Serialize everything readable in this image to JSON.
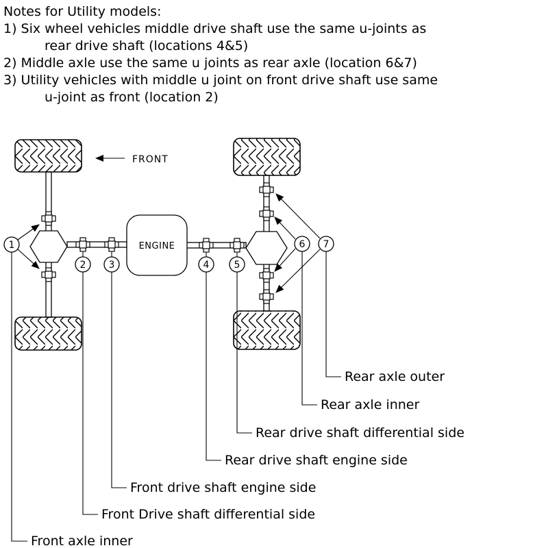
{
  "notes": {
    "title": "Notes for Utility models:",
    "items": [
      {
        "text": "1) Six wheel vehicles middle drive shaft use the same u-joints as"
      },
      {
        "text": "rear drive shaft (locations 4&5)"
      },
      {
        "text": "2) Middle axle use the same u joints as rear axle (location 6&7)"
      },
      {
        "text": "3) Utility vehicles with middle u joint on front drive shaft use same"
      },
      {
        "text": "u-joint as front (location 2)"
      }
    ]
  },
  "diagram": {
    "front_label": "FRONT",
    "engine_label": "ENGINE",
    "line_color": "#000000",
    "background": "#ffffff",
    "callouts": [
      {
        "number": "1",
        "label": "Front axle inner"
      },
      {
        "number": "2",
        "label": "Front Drive shaft differential side"
      },
      {
        "number": "3",
        "label": "Front drive shaft engine side"
      },
      {
        "number": "4",
        "label": "Rear drive shaft engine side"
      },
      {
        "number": "5",
        "label": "Rear drive shaft differential side"
      },
      {
        "number": "6",
        "label": "Rear axle inner"
      },
      {
        "number": "7",
        "label": "Rear axle outer"
      }
    ]
  }
}
